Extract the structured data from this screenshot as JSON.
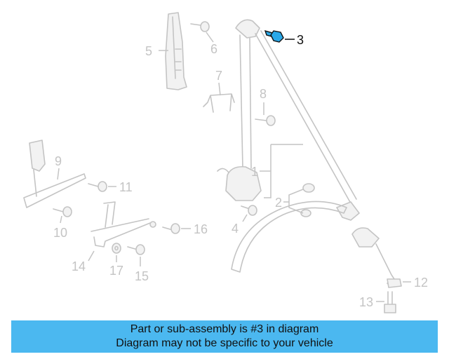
{
  "diagram": {
    "callouts": [
      {
        "id": "1",
        "label": "1"
      },
      {
        "id": "2",
        "label": "2"
      },
      {
        "id": "3",
        "label": "3",
        "highlighted": true
      },
      {
        "id": "4",
        "label": "4"
      },
      {
        "id": "5",
        "label": "5"
      },
      {
        "id": "6",
        "label": "6"
      },
      {
        "id": "7",
        "label": "7"
      },
      {
        "id": "8",
        "label": "8"
      },
      {
        "id": "9",
        "label": "9"
      },
      {
        "id": "10",
        "label": "10"
      },
      {
        "id": "11",
        "label": "11"
      },
      {
        "id": "12",
        "label": "12"
      },
      {
        "id": "13",
        "label": "13"
      },
      {
        "id": "14",
        "label": "14"
      },
      {
        "id": "15",
        "label": "15"
      },
      {
        "id": "16",
        "label": "16"
      },
      {
        "id": "17",
        "label": "17"
      }
    ],
    "colors": {
      "highlight_part": "#2aa8e8",
      "faded_parts": "#c4c4c4",
      "active_label": "#111111"
    }
  },
  "banner": {
    "line1": "Part or sub-assembly is #3 in diagram",
    "line2": "Diagram may not be specific to your vehicle",
    "background": "#4bb8f0"
  }
}
